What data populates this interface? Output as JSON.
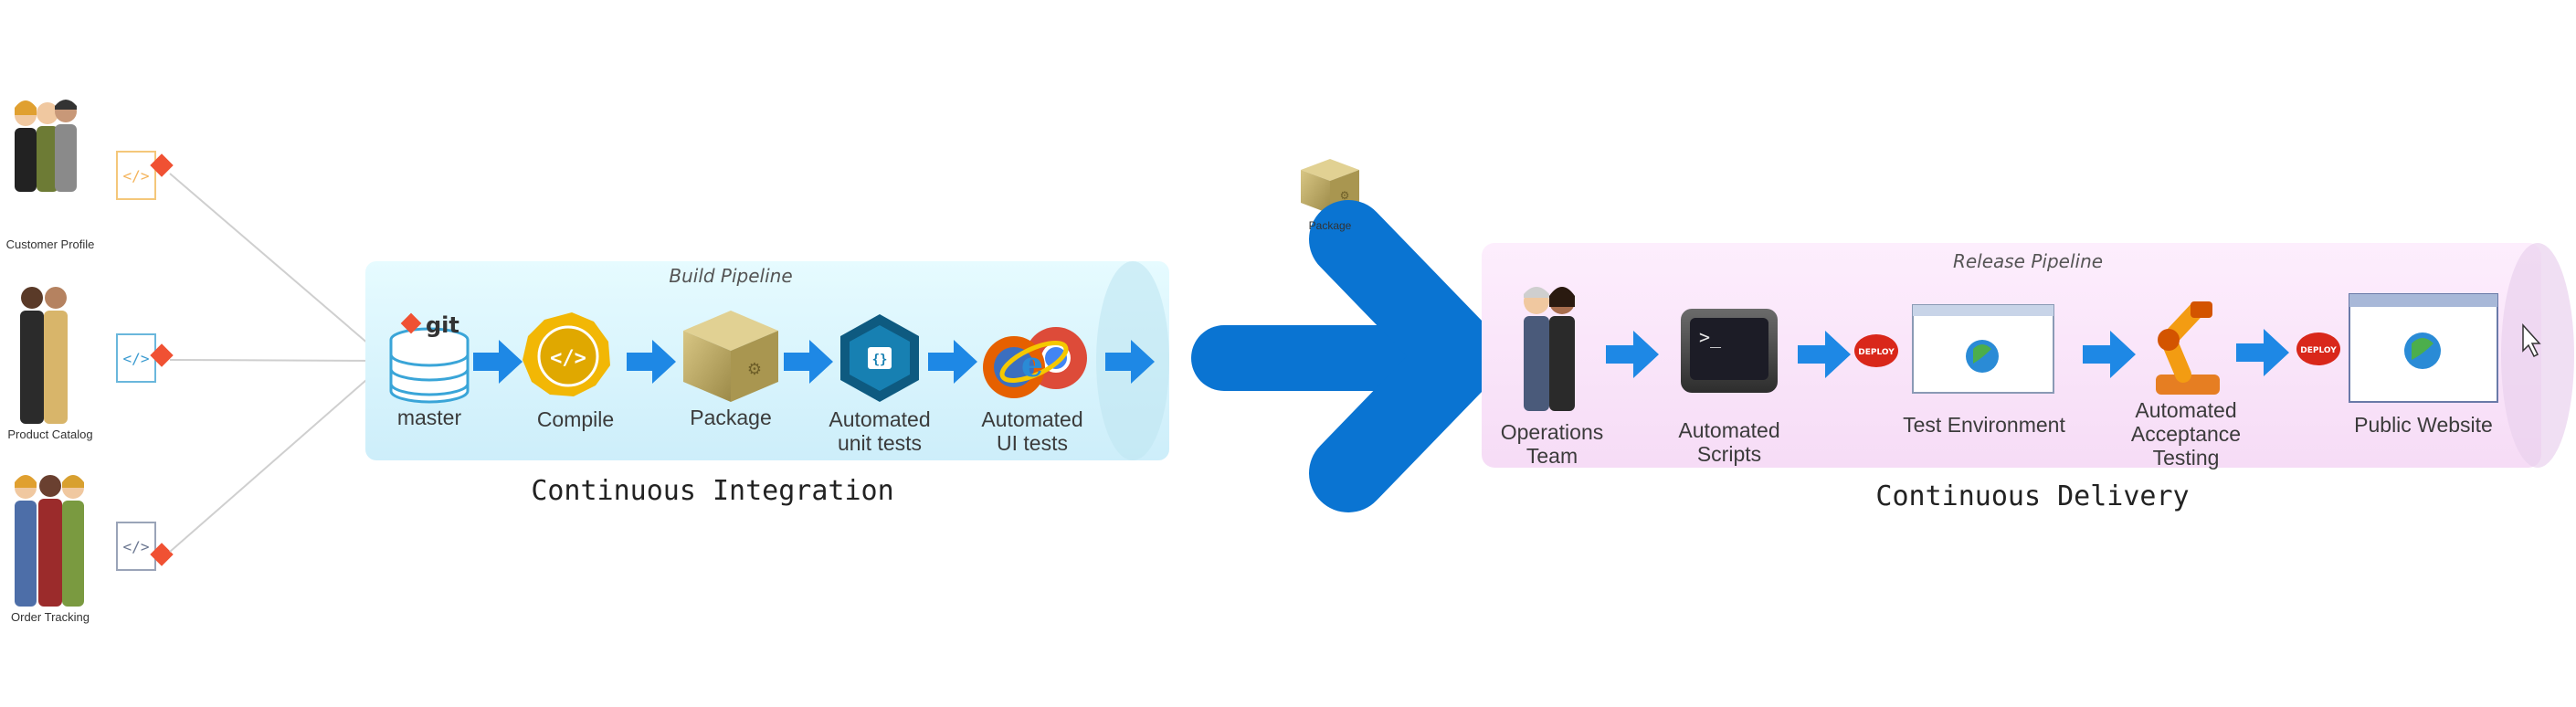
{
  "teams": [
    {
      "label": "Customer Profile"
    },
    {
      "label": "Product Catalog"
    },
    {
      "label": "Order Tracking"
    }
  ],
  "ci": {
    "pipeline_title": "Build Pipeline",
    "section_title": "Continuous Integration",
    "git_label": "git",
    "stages": [
      {
        "label": "master"
      },
      {
        "label": "Compile"
      },
      {
        "label": "Package"
      },
      {
        "label": "Automated unit tests"
      },
      {
        "label": "Automated UI tests"
      }
    ]
  },
  "handoff": {
    "package_label": "Package"
  },
  "cd": {
    "pipeline_title": "Release Pipeline",
    "section_title": "Continuous Delivery",
    "deploy_label": "DEPLOY",
    "stages": [
      {
        "label": "Operations Team"
      },
      {
        "label": "Automated Scripts"
      },
      {
        "label": "Test Environment"
      },
      {
        "label": "Automated Acceptance Testing"
      },
      {
        "label": "Public Website"
      }
    ]
  },
  "colors": {
    "ci_pipe": "#d9f6fd",
    "cd_pipe": "#fbe6fb",
    "arrow": "#1e88e5",
    "big_arrow": "#0a74d2",
    "git_orange": "#f05133",
    "compile_gold": "#f2b705"
  }
}
